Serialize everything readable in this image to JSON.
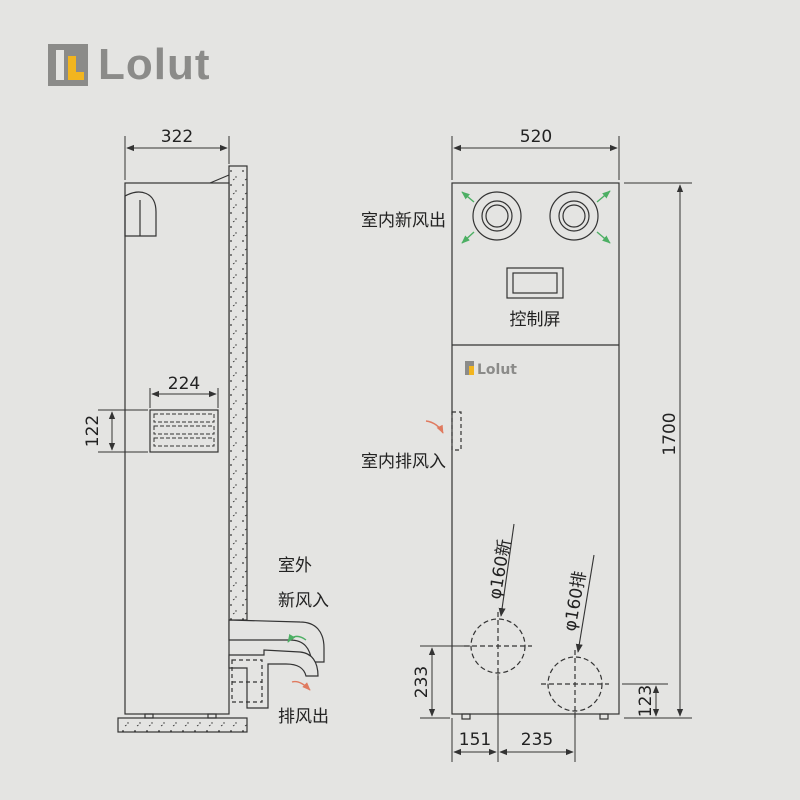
{
  "logo": {
    "text": "Lolut",
    "accent_color": "#f2b51f",
    "mark_color": "#8b8b89"
  },
  "side_view": {
    "width_dim": "322",
    "grille_width_dim": "224",
    "grille_height_dim": "122",
    "outdoor_fresh_in_line1": "室外",
    "outdoor_fresh_in_line2": "新风入",
    "exhaust_out": "排风出"
  },
  "front_view": {
    "width_dim": "520",
    "height_dim": "1700",
    "indoor_fresh_out": "室内新风出",
    "control_screen": "控制屏",
    "small_logo": "Lolut",
    "indoor_exhaust_in": "室内排风入",
    "fresh_duct_label": "φ160新",
    "exhaust_duct_label": "φ160排",
    "duct_height_left": "233",
    "duct_height_right": "123",
    "offset_left": "151",
    "offset_between": "235"
  },
  "colors": {
    "fresh_arrow": "#4caf63",
    "exhaust_arrow": "#e07a5f",
    "line": "#333333"
  }
}
